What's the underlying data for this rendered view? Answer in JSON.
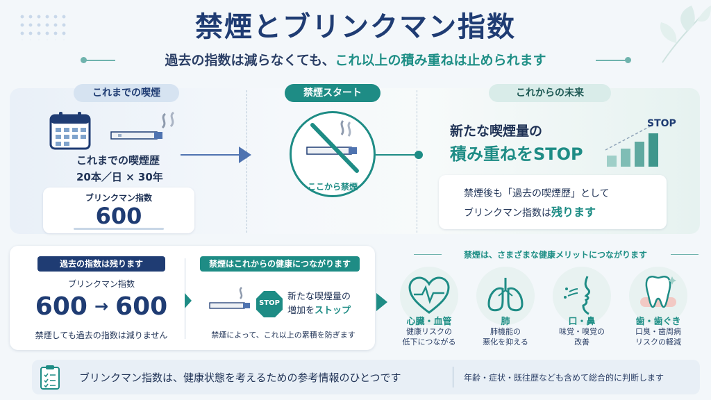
{
  "header": {
    "title": "禁煙とブリンクマン指数",
    "subtitle_main": "過去の指数は減らなくても、",
    "subtitle_highlight": "これ以上の積み重ねは止められます"
  },
  "past": {
    "label": "これまでの喫煙",
    "history_label": "これまでの喫煙歴",
    "history_detail": "20本／日 × 30年",
    "card_label": "ブリンクマン指数",
    "card_value": "600"
  },
  "start": {
    "label": "禁煙スタート",
    "circle_caption": "ここから禁煙"
  },
  "future": {
    "label": "これからの未来",
    "line1": "新たな喫煙量の",
    "line2": "積み重ねをSTOP",
    "stop_label": "STOP",
    "note_line1": "禁煙後も「過去の喫煙歴」として",
    "note_line2_a": "ブリンクマン指数は",
    "note_line2_b": "残ります"
  },
  "past_index": {
    "tag": "過去の指数は残ります",
    "label": "ブリンクマン指数",
    "from": "600",
    "arrow": "→",
    "to": "600",
    "note": "禁煙しても過去の指数は減りません"
  },
  "health_link": {
    "tag": "禁煙はこれからの健康につながります",
    "stop_sign": "STOP",
    "line1": "新たな喫煙量の",
    "line2_a": "増加を",
    "line2_b": "ストップ",
    "note": "禁煙によって、これ以上の累積を防ぎます"
  },
  "benefits": {
    "heading": "禁煙は、さまざまな健康メリットにつながります",
    "items": [
      {
        "name": "心臓・血管",
        "desc1": "健康リスクの",
        "desc2": "低下につながる",
        "icon": "heart-icon"
      },
      {
        "name": "肺",
        "desc1": "肺機能の",
        "desc2": "悪化を抑える",
        "icon": "lungs-icon"
      },
      {
        "name": "口・鼻",
        "desc1": "味覚・嗅覚の",
        "desc2": "改善",
        "icon": "face-icon"
      },
      {
        "name": "歯・歯ぐき",
        "desc1": "口臭・歯周病",
        "desc2": "リスクの軽減",
        "icon": "tooth-icon"
      }
    ]
  },
  "footer": {
    "main": "ブリンクマン指数は、健康状態を考えるための参考情報のひとつです",
    "side": "年齢・症状・既往歴なども含めて総合的に判断します"
  },
  "colors": {
    "navy": "#1f3c73",
    "teal": "#1e8c85",
    "light_teal": "#d9ece9",
    "light_blue": "#d6e3f1"
  }
}
